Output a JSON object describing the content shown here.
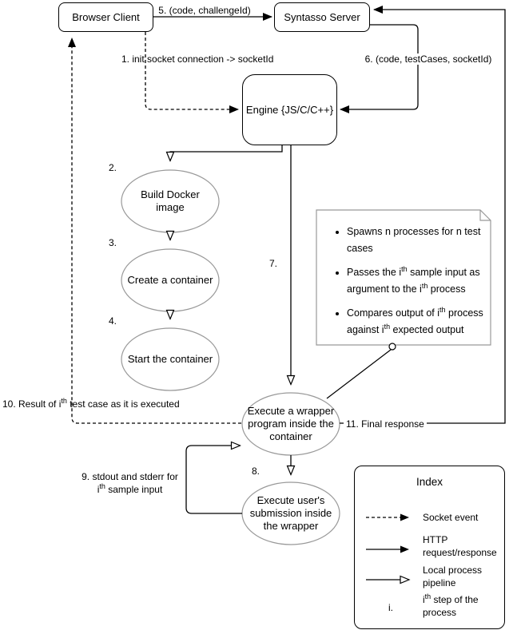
{
  "colors": {
    "background": "#ffffff",
    "box_stroke": "#000000",
    "ellipse_stroke": "#999999",
    "note_stroke": "#999999",
    "text": "#000000"
  },
  "nodes": {
    "browser_client": "Browser Client",
    "syntasso_server": "Syntasso Server",
    "engine": "Engine {JS/C/C++}",
    "build_docker_image": "Build Docker image",
    "create_container": "Create a container",
    "start_container": "Start the container",
    "execute_wrapper": "Execute a wrapper program inside the container",
    "execute_submission": "Execute user's submission inside the wrapper"
  },
  "edges": {
    "e1": "1. init socket connection -> socketId",
    "e2": "2.",
    "e3": "3.",
    "e4": "4.",
    "e5": "5. (code, challengeId)",
    "e6": "6. (code, testCases, socketId)",
    "e7": "7.",
    "e8": "8.",
    "e9": {
      "line1": "9. stdout and stderr for",
      "pre": "i",
      "sup": "th",
      "post": " sample input"
    },
    "e10": {
      "pre": "10. Result of i",
      "sup": "th",
      "post": " test case as it is executed"
    },
    "e11": "11. Final response"
  },
  "note": {
    "b1": "Spawns n processes for n test cases",
    "b2": {
      "p1": "Passes the i",
      "s1": "th",
      "p2": " sample input as argument to the i",
      "s2": "th",
      "p3": " process"
    },
    "b3": {
      "p1": "Compares output of i",
      "s1": "th",
      "p2": " process against i",
      "s2": "th",
      "p3": " expected output"
    }
  },
  "index": {
    "title": "Index",
    "socket_event": "Socket event",
    "http": "HTTP request/response",
    "local": "Local process pipeline",
    "step_marker": "i.",
    "step": {
      "pre": "i",
      "sup": "th",
      "post": " step of the process"
    }
  }
}
